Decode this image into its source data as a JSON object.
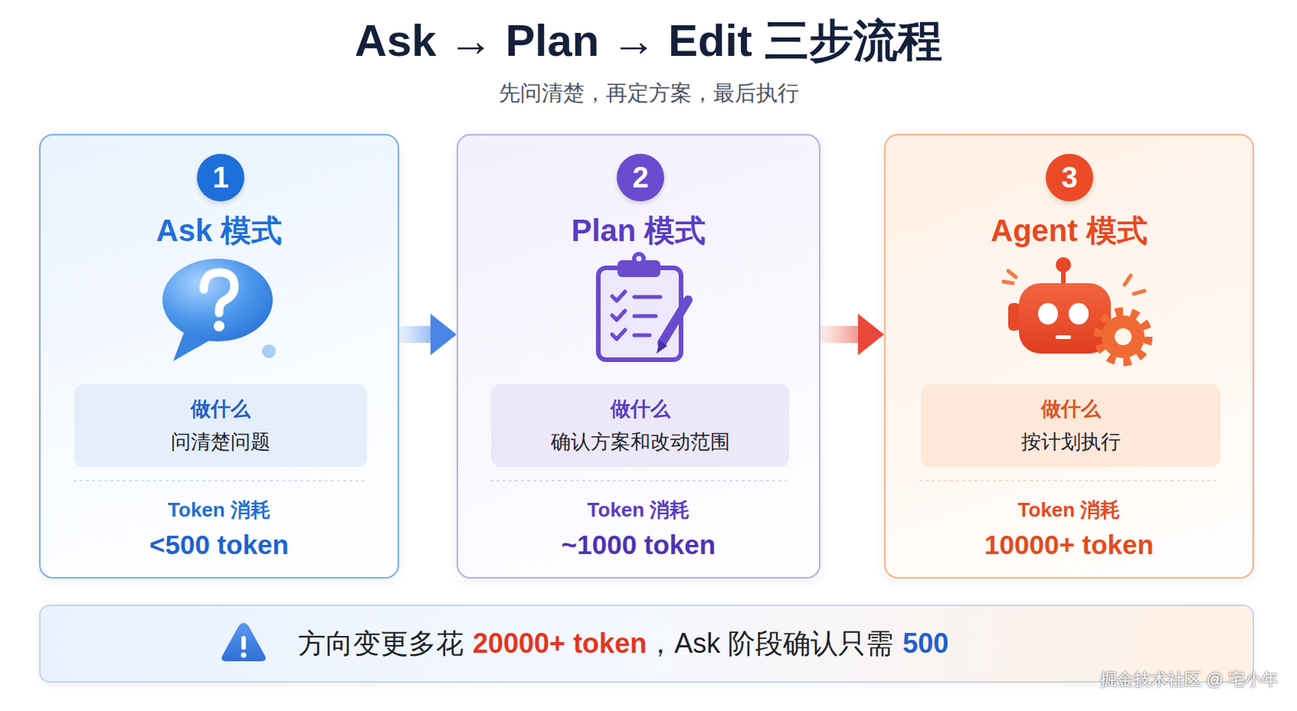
{
  "diagram": {
    "title": "Ask → Plan → Edit 三步流程",
    "nodes": [
      {
        "text": [
          "Ask 模式",
          "Token 消耗",
          "<500 token"
        ]
      },
      {
        "text": [
          "1"
        ],
        "in": 0
      },
      {
        "text": [
          "做什么",
          "问清楚问题"
        ],
        "in": 0
      },
      {
        "text": [
          "Plan 模式",
          "Token 消耗",
          "~1000 token"
        ]
      },
      {
        "text": [
          "2"
        ],
        "in": 3
      },
      {
        "text": [
          "做什么",
          "确认方案和改动范围"
        ],
        "in": 3
      },
      {
        "text": [
          "Agent 模式",
          "Token 消耗",
          "10000+ token"
        ]
      },
      {
        "text": [
          "3"
        ],
        "in": 6
      },
      {
        "text": [
          "做什么",
          "按计划执行"
        ],
        "in": 6
      },
      {
        "text": [
          "方向变更多花",
          "20000+ token",
          "，Ask 阶段确认只需",
          "500"
        ]
      }
    ],
    "edges": [
      {
        "from": 0,
        "to": 3,
        "arrow": "to"
      },
      {
        "from": 3,
        "to": 6,
        "arrow": "to"
      }
    ],
    "labels": [
      "先问清楚，再定方案，最后执行",
      "掘金技术社区 @ 宅小年"
    ]
  }
}
